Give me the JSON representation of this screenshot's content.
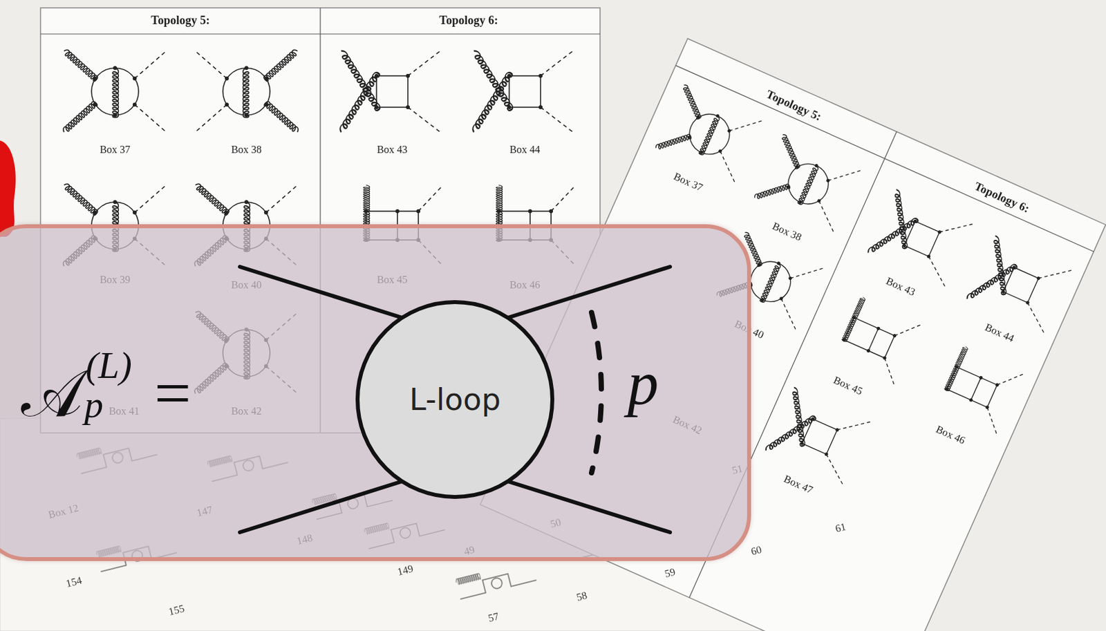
{
  "diagram": {
    "nodes": [
      {
        "text": [
          "𝒜",
          "(L)",
          "p",
          "=",
          "p"
        ]
      },
      {
        "text": [
          "L-loop"
        ],
        "in": 0
      }
    ],
    "labels": [
      "Topology 5:",
      "Topology 6:",
      "Box 37",
      "Box 38",
      "Box 43",
      "Box 44",
      "Box 39",
      "Box 40",
      "Box 45",
      "Box 46",
      "Box 41",
      "Box 42",
      "Topology 5:",
      "Topology 6:",
      "Box 37",
      "Box 38",
      "Box 43",
      "Box 44",
      "Box 45",
      "Box 46",
      "Box 47",
      "Box 40",
      "Box 42",
      "Box 12",
      "147",
      "148",
      "149",
      "154",
      "155",
      "57",
      "58",
      "59",
      "60",
      "61",
      "50",
      "51",
      "49"
    ]
  }
}
